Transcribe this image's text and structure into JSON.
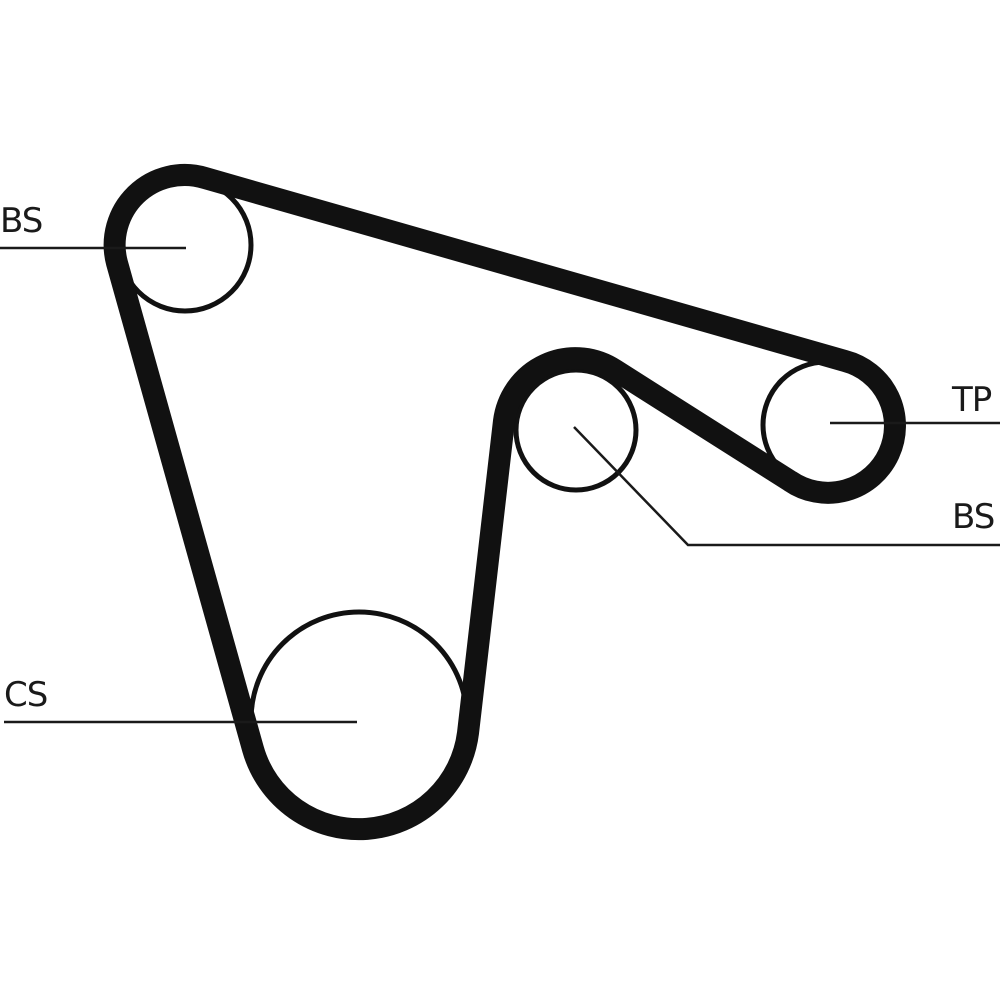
{
  "diagram": {
    "labels": {
      "bs_top": "BS",
      "tp": "TP",
      "bs_middle": "BS",
      "cs": "CS"
    },
    "colors": {
      "belt": "#111111",
      "line": "#1a1a1a",
      "background": "#ffffff"
    }
  }
}
